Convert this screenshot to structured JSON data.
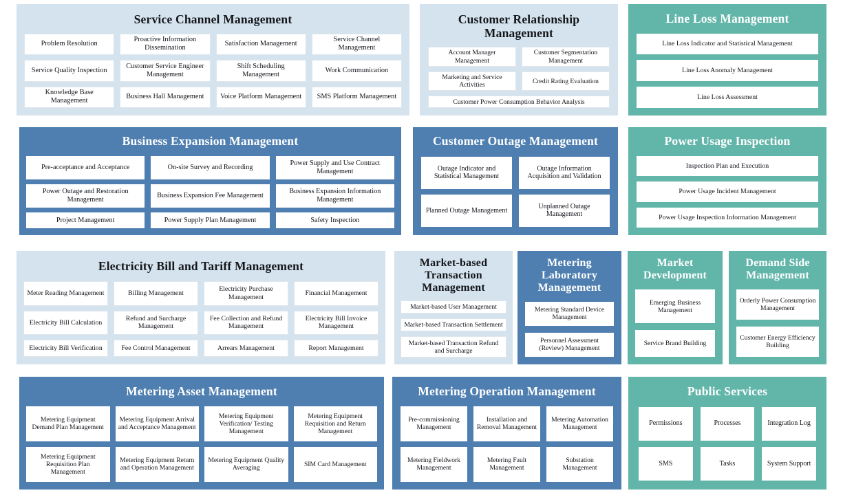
{
  "theme": {
    "light_blue": "#d4e3ee",
    "blue": "#4e7fb0",
    "teal": "#62b5a9",
    "tile_bg": "#ffffff",
    "page_bg": "#ffffff"
  },
  "panels": {
    "service_channel": {
      "title": "Service Channel Management",
      "tiles": [
        "Problem Resolution",
        "Proactive Information Dissemination",
        "Satisfaction Management",
        "Service Channel Management",
        "Service Quality Inspection",
        "Customer Service Engineer Management",
        "Shift Scheduling Management",
        "Work Communication",
        "Knowledge Base Management",
        "Business Hall Management",
        "Voice Platform Management",
        "SMS Platform Management"
      ]
    },
    "customer_relationship": {
      "title": "Customer Relationship Management",
      "tiles": [
        "Account Manager Management",
        "Customer Segmentation Management",
        "Marketing and Service Activities",
        "Credit Rating Evaluation",
        "Customer Power Consumption Behavior Analysis"
      ]
    },
    "line_loss": {
      "title": "Line Loss Management",
      "tiles": [
        "Line Loss Indicator and Statistical Management",
        "Line Loss Anomaly Management",
        "Line Loss Assessment"
      ]
    },
    "business_expansion": {
      "title": "Business Expansion Management",
      "tiles": [
        "Pre-acceptance and Acceptance",
        "On-site Survey and Recording",
        "Power Supply and Use Contract Management",
        "Power Outage and Restoration Management",
        "Business Expansion Fee Management",
        "Business Expansion Information Management",
        "Project Management",
        "Power Supply Plan Management",
        "Safety Inspection"
      ]
    },
    "customer_outage": {
      "title": "Customer Outage Management",
      "tiles": [
        "Outage Indicator and Statistical Management",
        "Outage Information Acquisition and Validation",
        "Planned Outage Management",
        "Unplanned Outage Management"
      ]
    },
    "power_usage_inspection": {
      "title": "Power Usage Inspection",
      "tiles": [
        "Inspection Plan and Execution",
        "Power Usage Incident Management",
        "Power Usage Inspection Information Management"
      ]
    },
    "electricity_bill": {
      "title": "Electricity Bill and Tariff Management",
      "tiles": [
        "Meter Reading Management",
        "Billing Management",
        "Electricity Purchase Management",
        "Financial Management",
        "Electricity Bill Calculation",
        "Refund and Surcharge Management",
        "Fee Collection and Refund Management",
        "Electricity Bill Invoice Management",
        "Electricity Bill Verification",
        "Fee Control Management",
        "Arrears Management",
        "Report Management"
      ]
    },
    "market_transaction": {
      "title": "Market-based Transaction Management",
      "tiles": [
        "Market-based User Management",
        "Market-based Transaction Settlement",
        "Market-based Transaction Refund and Surcharge"
      ]
    },
    "metering_laboratory": {
      "title": "Metering Laboratory Management",
      "tiles": [
        "Metering Standard Device Management",
        "Personnel Assessment (Review) Management"
      ]
    },
    "market_development": {
      "title": "Market Development",
      "tiles": [
        "Emerging Business Management",
        "Service Brand Building"
      ]
    },
    "demand_side": {
      "title": "Demand Side Management",
      "tiles": [
        "Orderly Power Consumption Management",
        "Customer Energy Efficiency Building"
      ]
    },
    "metering_asset": {
      "title": "Metering Asset Management",
      "tiles": [
        "Metering Equipment Demand Plan Management",
        "Metering Equipment Arrival and Acceptance Management",
        "Metering Equipment Verification/ Testing Management",
        "Metering Equipment Requisition and Return Management",
        "Metering Equipment Requisition Plan Management",
        "Metering Equipment Return and Operation Management",
        "Metering Equipment Quality Averaging",
        "SIM Card Management"
      ]
    },
    "metering_operation": {
      "title": "Metering Operation Management",
      "tiles": [
        "Pre-commissioning Management",
        "Installation and Removal Management",
        "Metering Automation Management",
        "Metering Fieldwork Management",
        "Metering Fault Management",
        "Substation Management"
      ]
    },
    "public_services": {
      "title": "Public Services",
      "tiles": [
        "Permissions",
        "Processes",
        "Integration Log",
        "SMS",
        "Tasks",
        "System Support"
      ]
    }
  }
}
